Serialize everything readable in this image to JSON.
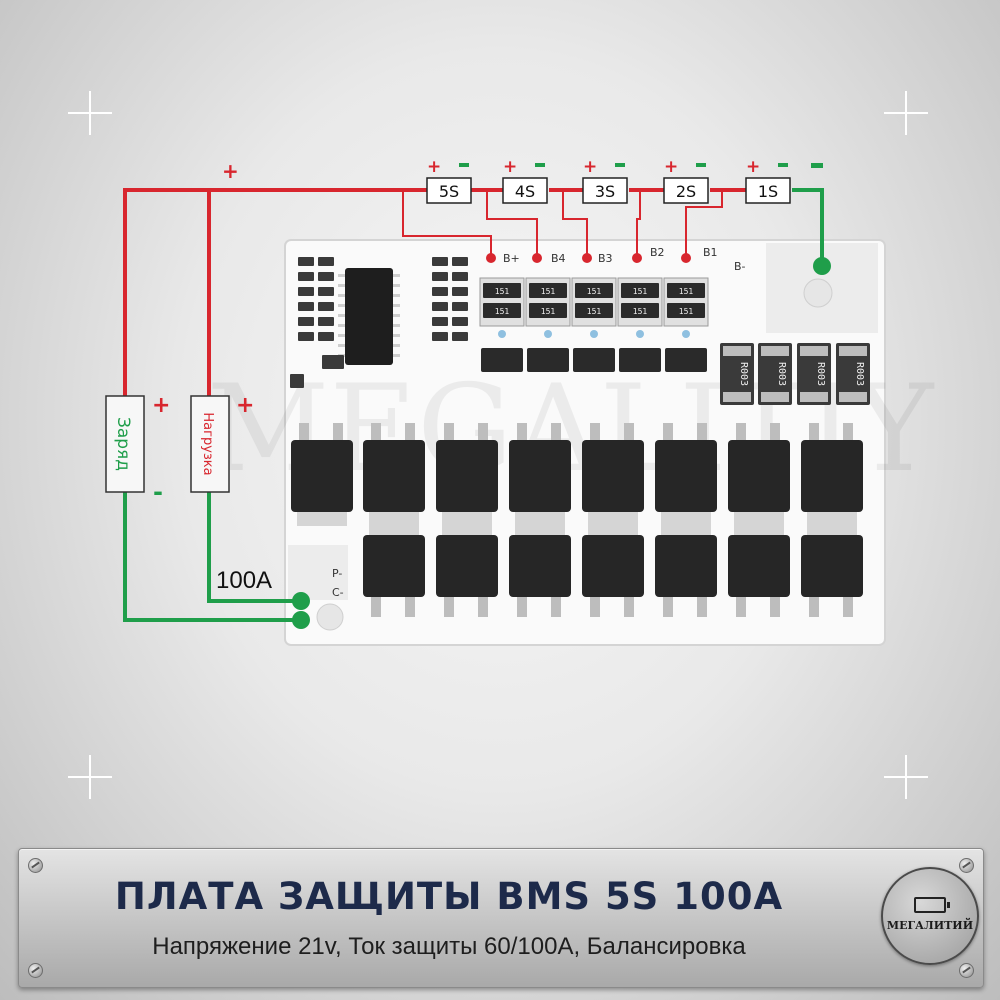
{
  "diagram": {
    "cells": [
      "5S",
      "4S",
      "3S",
      "2S",
      "1S"
    ],
    "cell_polarity": {
      "plus": "+",
      "minus": "-"
    },
    "bus_plus": "+",
    "charge": {
      "label": "Заряд",
      "plus": "+",
      "minus": "-"
    },
    "load": {
      "label": "Нагрузка",
      "plus": "+"
    },
    "current_label": "100A",
    "pcb": {
      "balance_pads": [
        "B+",
        "B4",
        "B3",
        "B2",
        "B1",
        "B-"
      ],
      "output_pads": [
        "P-",
        "C-"
      ],
      "smd_code": "151",
      "shunt_code": "R003",
      "chip_label": ""
    },
    "watermark": "MEGALITIY"
  },
  "banner": {
    "title": "ПЛАТА ЗАЩИТЫ BMS 5S 100A",
    "subtitle": "Напряжение 21v, Ток защиты 60/100A, Балансировка",
    "logo_text": "МЕГАЛИТИЙ"
  },
  "colors": {
    "wire_red": "#d8262e",
    "wire_green": "#1f9e4a",
    "pcb_white": "#fafafa",
    "mosfet_black": "#262626",
    "title_blue": "#1d2a4a"
  }
}
